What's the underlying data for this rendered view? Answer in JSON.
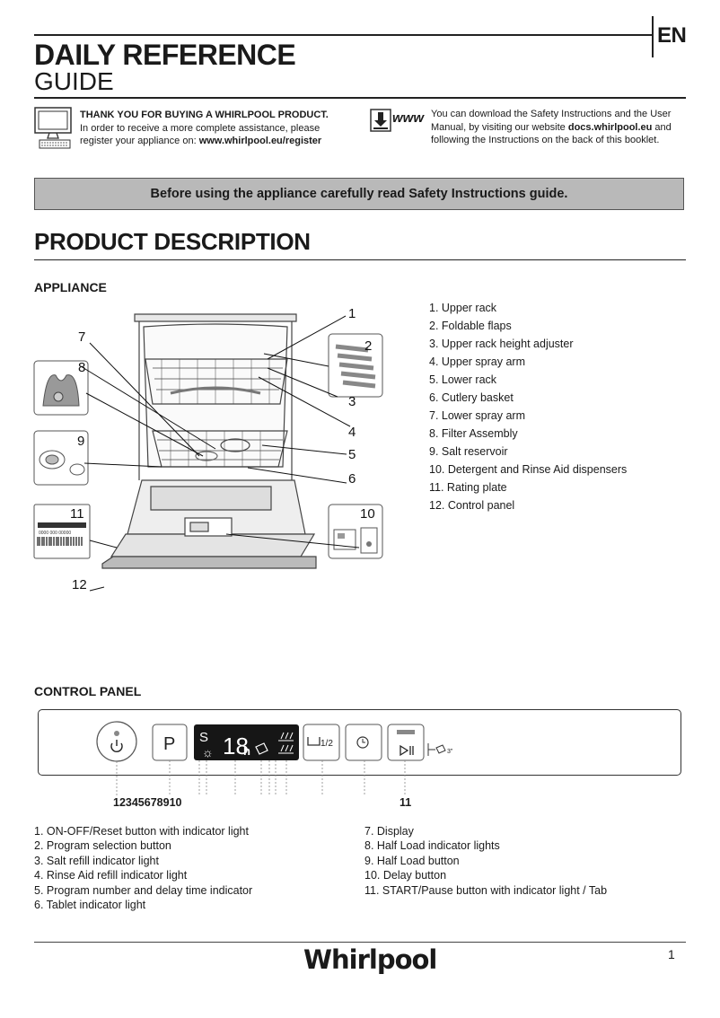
{
  "header": {
    "language": "EN",
    "title_line1": "DAILY REFERENCE",
    "title_line2": "GUIDE"
  },
  "intro": {
    "thanks_bold": "THANK YOU FOR BUYING A WHIRLPOOL PRODUCT.",
    "thanks_text": "In order to receive a more complete assistance, please register your appliance on: ",
    "register_url": "www.whirlpool.eu/register",
    "www_label": "www",
    "download_text": "You can download the Safety Instructions and the User Manual, by visiting our website ",
    "docs_url": "docs.whirlpool.eu",
    "download_text_end": " and following the Instructions on the back of this booklet."
  },
  "banner": "Before using the appliance carefully read Safety Instructions guide.",
  "product_description": {
    "heading": "PRODUCT  DESCRIPTION",
    "appliance_heading": "APPLIANCE",
    "callouts": [
      "1",
      "2",
      "3",
      "4",
      "5",
      "6",
      "7",
      "8",
      "9",
      "10",
      "11",
      "12"
    ],
    "rating_plate_text": "0000 000 00000",
    "parts": [
      "1.  Upper rack",
      "2.  Foldable flaps",
      "3.  Upper rack height adjuster",
      "4.  Upper spray arm",
      "5.  Lower rack",
      "6.  Cutlery basket",
      "7.  Lower spray arm",
      "8.  Filter Assembly",
      "9.  Salt reservoir",
      "10.  Detergent and Rinse Aid dispensers",
      "11.  Rating plate",
      "12.  Control panel"
    ]
  },
  "control_panel": {
    "heading": "CONTROL PANEL",
    "program_button": "P",
    "display_letter": "S",
    "display_digits": "18",
    "display_h": "h",
    "half_load_label": "1/2",
    "tab_label": "3\"",
    "numbers_left": "12345678910",
    "numbers_right": "11",
    "legend_left": [
      "1.  ON-OFF/Reset button with indicator light",
      "2.  Program selection button",
      "3.  Salt refill indicator light",
      "4.  Rinse Aid refill indicator light",
      "5.  Program number and delay time indicator",
      "6.  Tablet indicator light"
    ],
    "legend_right": [
      "7.  Display",
      "8.  Half Load indicator lights",
      "9.  Half Load button",
      "10.  Delay button",
      "11.  START/Pause button with indicator light / Tab"
    ]
  },
  "footer": {
    "brand": "Whirlpool",
    "page_number": "1"
  }
}
